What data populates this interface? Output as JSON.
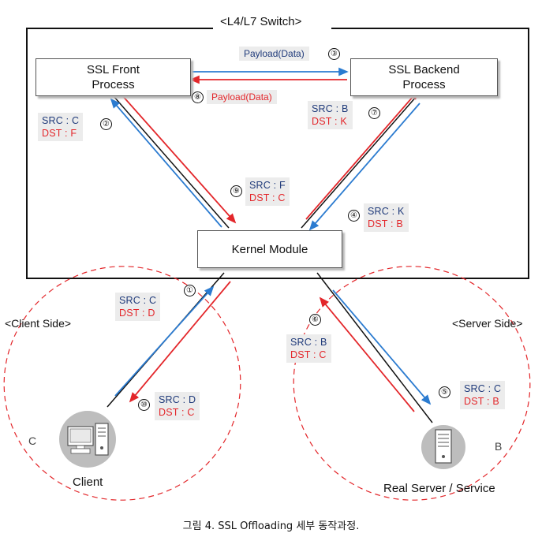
{
  "switch_title": "<L4/L7 Switch>",
  "front_process": [
    "SSL Front",
    "Process"
  ],
  "backend_process": [
    "SSL Backend",
    "Process"
  ],
  "kernel_module": "Kernel Module",
  "client_side": "<Client Side>",
  "server_side": "<Server Side>",
  "client_label": "Client",
  "server_label": "Real Server / Service",
  "client_letter": "C",
  "server_letter": "B",
  "payload_blue": "Payload(Data)",
  "payload_red": "Payload(Data)",
  "steps": [
    "①",
    "②",
    "③",
    "④",
    "⑤",
    "⑥",
    "⑦",
    "⑧",
    "⑨",
    "⑩"
  ],
  "tags": {
    "step1": {
      "src": "SRC : C",
      "dst": "DST : D"
    },
    "step2": {
      "src": "SRC : C",
      "dst": "DST : F"
    },
    "step4": {
      "src": "SRC : K",
      "dst": "DST : B"
    },
    "step5": {
      "src": "SRC : C",
      "dst": "DST : B"
    },
    "step6": {
      "src": "SRC : B",
      "dst": "DST : C"
    },
    "step7": {
      "src": "SRC : B",
      "dst": "DST : K"
    },
    "step9": {
      "src": "SRC : F",
      "dst": "DST : C"
    },
    "step10": {
      "src": "SRC : D",
      "dst": "DST : C"
    }
  },
  "caption": "그림 4. SSL Offloading 세부 동작과정.",
  "colors": {
    "request": "#2b7bd0",
    "response": "#e3262a",
    "link": "#111111",
    "ellipse": "#e3262a"
  }
}
